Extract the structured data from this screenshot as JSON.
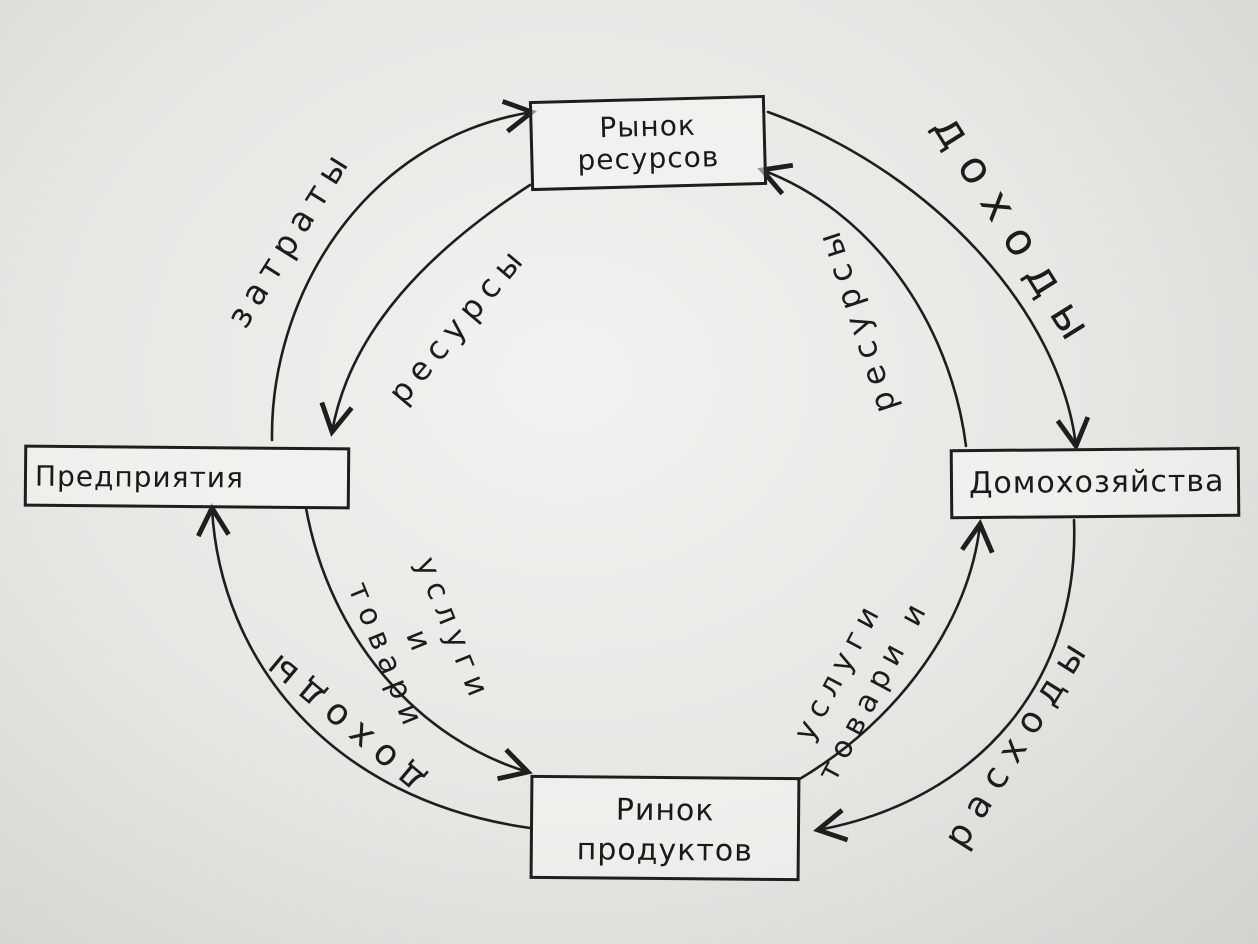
{
  "nodes": {
    "resource_market": [
      "Рынок",
      "ресурсов"
    ],
    "firms": "Предприятия",
    "households": "Домохозяйства",
    "product_market": [
      "Ринок",
      "продуктов"
    ]
  },
  "flows": {
    "costs": "затраты",
    "resources_left": "ресурсы",
    "income_top": "доходы",
    "resources_right": "ресурсы",
    "services_goods_left": [
      "услуги",
      "и",
      "товари"
    ],
    "income_bottom": "доходы",
    "services_goods_right": [
      "услуги",
      "товари и"
    ],
    "expenses": "расходы"
  }
}
